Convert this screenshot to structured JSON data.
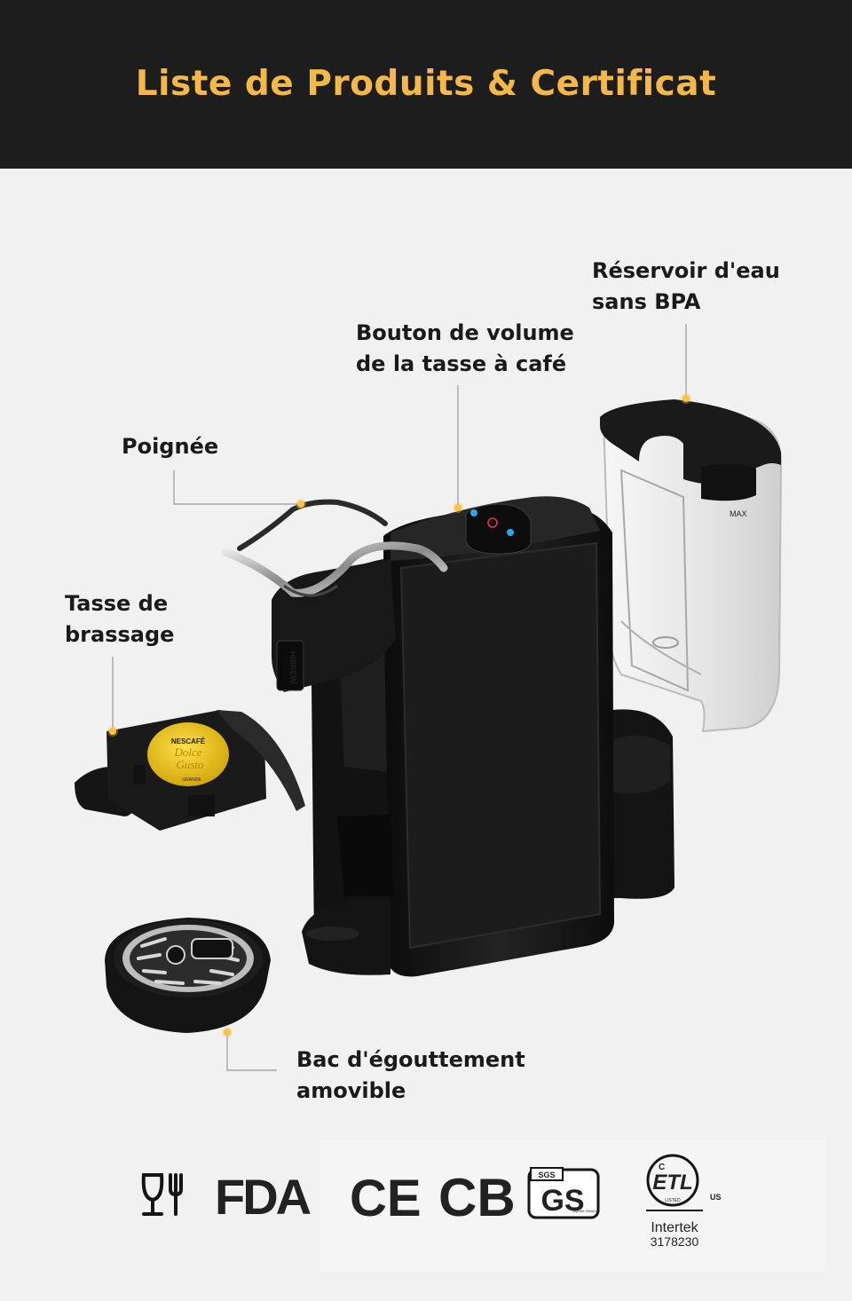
{
  "header": {
    "title": "Liste de Produits & Certificat"
  },
  "callouts": {
    "reservoir": {
      "line1": "Réservoir d'eau",
      "line2": "sans BPA"
    },
    "volume_button": {
      "line1": "Bouton de volume",
      "line2": "de la tasse à café"
    },
    "handle": {
      "line1": "Poignée"
    },
    "brew_cup": {
      "line1": "Tasse de",
      "line2": "brassage"
    },
    "drip_tray": {
      "line1": "Bac d'égouttement",
      "line2": "amovible"
    }
  },
  "product": {
    "brand": "HiBREW",
    "capsule_brand": "NESCAFÉ",
    "capsule_line1": "Dolce",
    "capsule_line2": "Gusto",
    "capsule_flavor": "GRANDE",
    "tank_mark": "MAX"
  },
  "certifications": {
    "items": [
      "food-safe",
      "FDA",
      "CE",
      "CB",
      "SGS GS",
      "ETL"
    ],
    "fda": "FDA",
    "ce": "CE",
    "cb": "CB",
    "sgs": "SGS",
    "gs": "GS",
    "gs_small": "Geprüfte Sicherheit",
    "etl": "ETL",
    "etl_listed": "LISTED",
    "etl_c": "C",
    "etl_us": "US",
    "intertek": "Intertek",
    "intertek_no": "3178230"
  },
  "colors": {
    "header_bg": "#1d1d1d",
    "title": "#f4b84a",
    "accent_dot": "#f7c343",
    "background": "#f1f1f1",
    "machine": "#151515"
  }
}
